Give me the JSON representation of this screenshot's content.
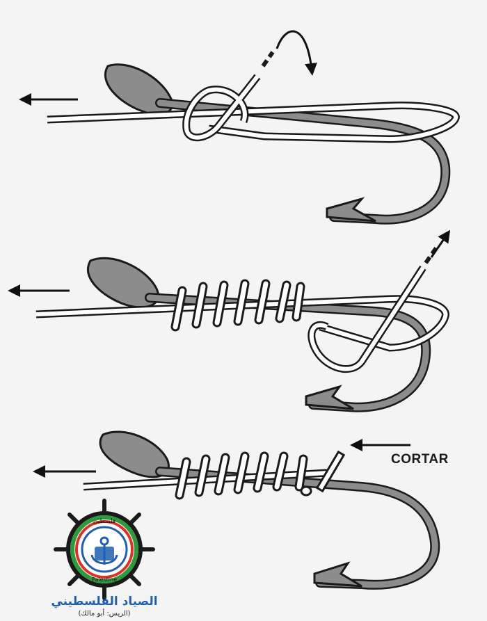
{
  "diagram": {
    "steps": [
      {
        "id": "step-1"
      },
      {
        "id": "step-2"
      },
      {
        "id": "step-3"
      }
    ],
    "cut_label": "CORTAR"
  },
  "logo": {
    "seal_text_top": "فلسطين",
    "seal_text_bottom": "Palestine",
    "title": "الصياد الفلسطيني",
    "subtitle": "(الريس: أبو مالك)",
    "colors": {
      "blue": "#1f5fb0",
      "green": "#2e9a3e",
      "red": "#d9322b",
      "dark": "#1a1a1a"
    }
  },
  "colors": {
    "hook": "#8c8c8c",
    "line": "#1a1a1a",
    "arrow": "#111111",
    "background": "#f4f4f4"
  }
}
